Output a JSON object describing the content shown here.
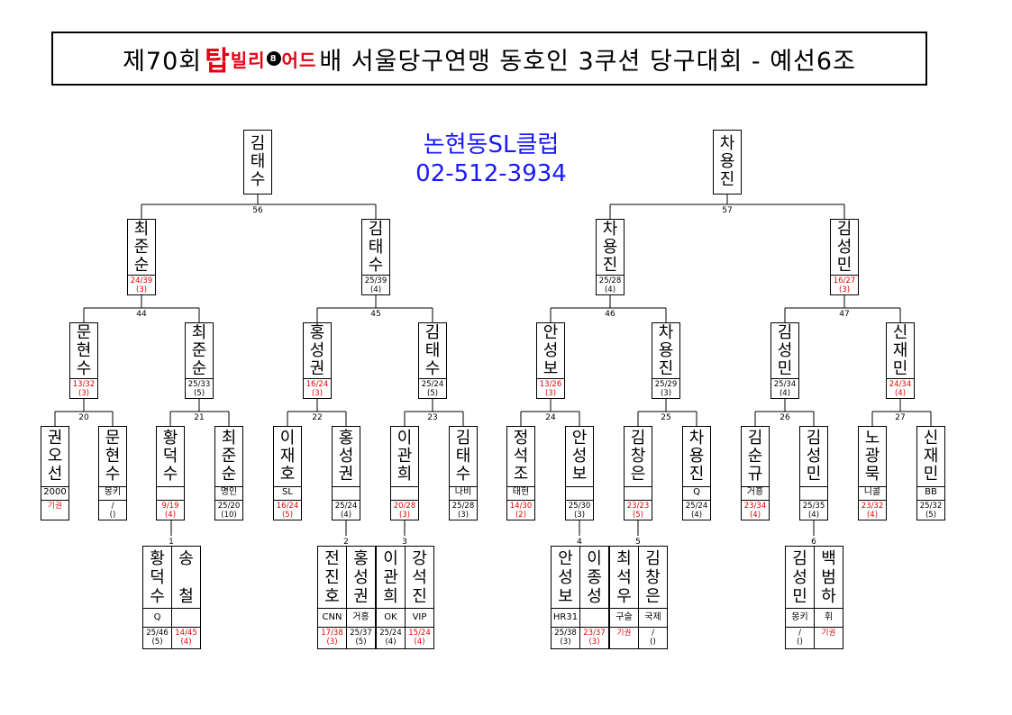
{
  "title": {
    "prefix": "제70회",
    "logo_main": "탑",
    "logo_sub": "빌리",
    "logo_ball": "8",
    "logo_tail": "어드",
    "suffix": "배 서울당구연맹 동호인 3쿠션 당구대회 - 예선6조"
  },
  "club": {
    "name": "논현동SL클럽",
    "phone": "02-512-3934"
  },
  "colors": {
    "accent_blue": "#1a1aff",
    "loss_red": "#e60000"
  },
  "final": {
    "left": {
      "name": "김태수"
    },
    "right": {
      "name": "차용진"
    }
  },
  "semi": [
    {
      "match": "56",
      "players": [
        {
          "name": "최준순",
          "score": "24/39",
          "rank": "(3)",
          "red": true
        },
        {
          "name": "김태수",
          "score": "25/39",
          "rank": "(4)",
          "red": false
        }
      ]
    },
    {
      "match": "57",
      "players": [
        {
          "name": "차용진",
          "score": "25/28",
          "rank": "(4)",
          "red": false
        },
        {
          "name": "김성민",
          "score": "16/27",
          "rank": "(3)",
          "red": true
        }
      ]
    }
  ],
  "r3": [
    {
      "match": "44",
      "players": [
        {
          "name": "문현수",
          "score": "13/32",
          "rank": "(3)",
          "red": true
        },
        {
          "name": "최준순",
          "score": "25/33",
          "rank": "(5)",
          "red": false
        }
      ]
    },
    {
      "match": "45",
      "players": [
        {
          "name": "홍성권",
          "score": "16/24",
          "rank": "(3)",
          "red": true
        },
        {
          "name": "김태수",
          "score": "25/24",
          "rank": "(5)",
          "red": false
        }
      ]
    },
    {
      "match": "46",
      "players": [
        {
          "name": "안성보",
          "score": "13/26",
          "rank": "(3)",
          "red": true
        },
        {
          "name": "차용진",
          "score": "25/29",
          "rank": "(3)",
          "red": false
        }
      ]
    },
    {
      "match": "47",
      "players": [
        {
          "name": "김성민",
          "score": "25/34",
          "rank": "(4)",
          "red": false
        },
        {
          "name": "신재민",
          "score": "24/34",
          "rank": "(4)",
          "red": true
        }
      ]
    }
  ],
  "r2": [
    {
      "match": "20",
      "players": [
        {
          "name": "권오선",
          "club": "2000",
          "score": "기권",
          "rank": "",
          "red": true
        },
        {
          "name": "문현수",
          "club": "몽키",
          "score": "/",
          "rank": "()",
          "red": false
        }
      ]
    },
    {
      "match": "21",
      "players": [
        {
          "name": "황덕수",
          "club": "",
          "score": "9/19",
          "rank": "(4)",
          "red": true
        },
        {
          "name": "최준순",
          "club": "명인",
          "score": "25/20",
          "rank": "(10)",
          "red": false
        }
      ]
    },
    {
      "match": "22",
      "players": [
        {
          "name": "이재호",
          "club": "SL",
          "score": "16/24",
          "rank": "(5)",
          "red": true
        },
        {
          "name": "홍성권",
          "club": "",
          "score": "25/24",
          "rank": "(4)",
          "red": false
        }
      ]
    },
    {
      "match": "23",
      "players": [
        {
          "name": "이관희",
          "club": "",
          "score": "20/28",
          "rank": "(3)",
          "red": true
        },
        {
          "name": "김태수",
          "club": "나비",
          "score": "25/28",
          "rank": "(3)",
          "red": false
        }
      ]
    },
    {
      "match": "24",
      "players": [
        {
          "name": "정석조",
          "club": "태현",
          "score": "14/30",
          "rank": "(2)",
          "red": true
        },
        {
          "name": "안성보",
          "club": "",
          "score": "25/30",
          "rank": "(3)",
          "red": false
        }
      ]
    },
    {
      "match": "25",
      "players": [
        {
          "name": "김창은",
          "club": "",
          "score": "23/23",
          "rank": "(5)",
          "red": true
        },
        {
          "name": "차용진",
          "club": "Q",
          "score": "25/24",
          "rank": "(4)",
          "red": false
        }
      ]
    },
    {
      "match": "26",
      "players": [
        {
          "name": "김순규",
          "club": "거흥",
          "score": "23/34",
          "rank": "(4)",
          "red": true
        },
        {
          "name": "김성민",
          "club": "",
          "score": "25/35",
          "rank": "(4)",
          "red": false
        }
      ]
    },
    {
      "match": "27",
      "players": [
        {
          "name": "노광묵",
          "club": "니콜",
          "score": "23/32",
          "rank": "(4)",
          "red": true
        },
        {
          "name": "신재민",
          "club": "BB",
          "score": "25/32",
          "rank": "(5)",
          "red": false
        }
      ]
    }
  ],
  "r1": [
    {
      "match": "1",
      "players": [
        {
          "name": "황덕수",
          "club": "Q",
          "score": "25/46",
          "rank": "(5)",
          "red": false
        },
        {
          "name": "송 철",
          "club": "",
          "score": "14/45",
          "rank": "(4)",
          "red": true
        }
      ]
    },
    {
      "match": "2",
      "players": [
        {
          "name": "전진호",
          "club": "CNN",
          "score": "17/38",
          "rank": "(3)",
          "red": true
        },
        {
          "name": "홍성권",
          "club": "거흥",
          "score": "25/37",
          "rank": "(5)",
          "red": false
        }
      ]
    },
    {
      "match": "3",
      "players": [
        {
          "name": "이관희",
          "club": "OK",
          "score": "25/24",
          "rank": "(4)",
          "red": false
        },
        {
          "name": "강석진",
          "club": "VIP",
          "score": "15/24",
          "rank": "(4)",
          "red": true
        }
      ]
    },
    {
      "match": "4",
      "players": [
        {
          "name": "안성보",
          "club": "HR31",
          "score": "25/38",
          "rank": "(3)",
          "red": false
        },
        {
          "name": "이종성",
          "club": "",
          "score": "23/37",
          "rank": "(3)",
          "red": true
        }
      ]
    },
    {
      "match": "5",
      "players": [
        {
          "name": "최석우",
          "club": "구슬",
          "score": "기권",
          "rank": "",
          "red": true
        },
        {
          "name": "김창은",
          "club": "국제",
          "score": "/",
          "rank": "()",
          "red": false
        }
      ]
    },
    {
      "match": "6",
      "players": [
        {
          "name": "김성민",
          "club": "몽키",
          "score": "/",
          "rank": "()",
          "red": false
        },
        {
          "name": "백범하",
          "club": "휘",
          "score": "기권",
          "rank": "",
          "red": true
        }
      ]
    }
  ]
}
